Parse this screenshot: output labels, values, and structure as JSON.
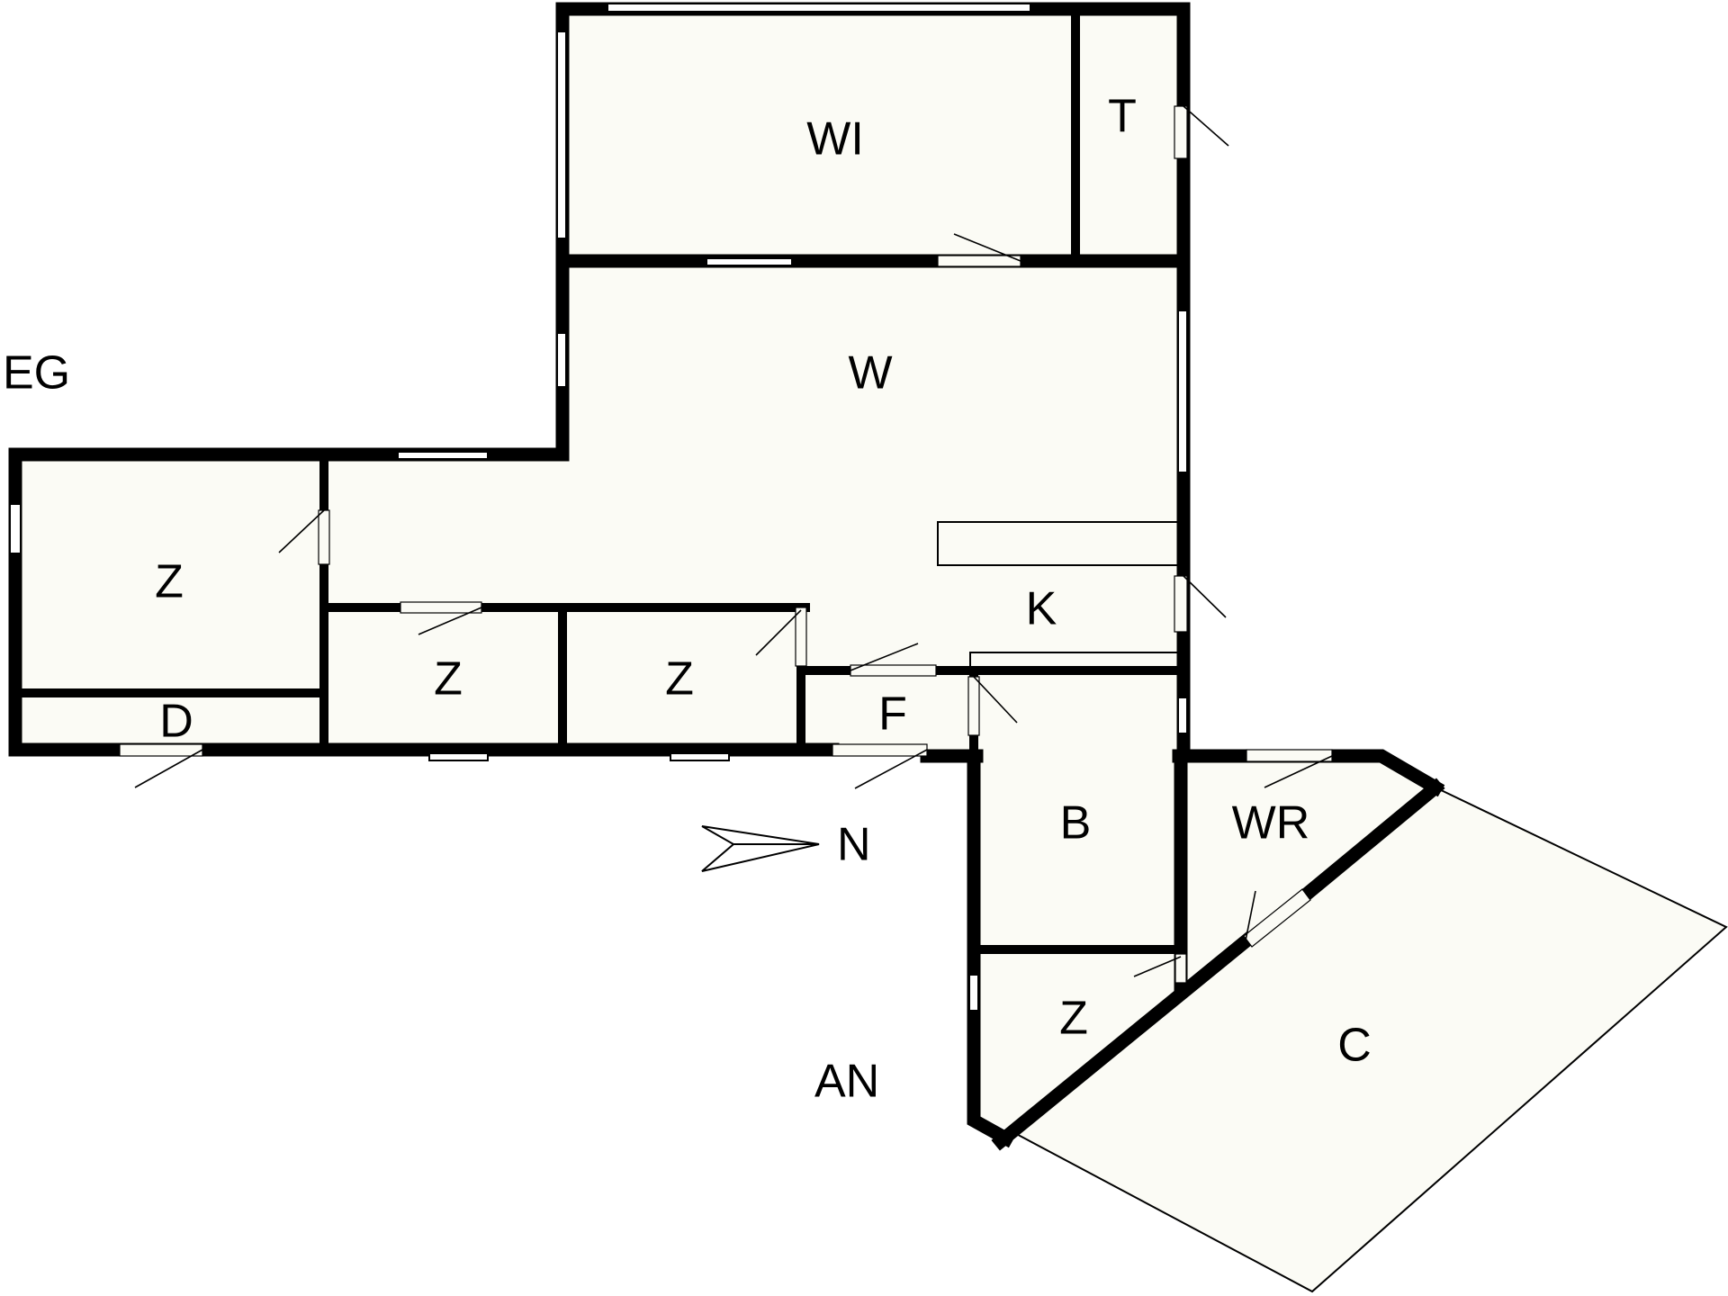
{
  "floor_label": "EG",
  "annex_label": "AN",
  "north_label": "N",
  "rooms": {
    "wi": "WI",
    "t": "T",
    "w": "W",
    "k": "K",
    "z1": "Z",
    "z2": "Z",
    "z3": "Z",
    "z4": "Z",
    "d": "D",
    "f": "F",
    "b": "B",
    "wr": "WR",
    "c": "C"
  }
}
